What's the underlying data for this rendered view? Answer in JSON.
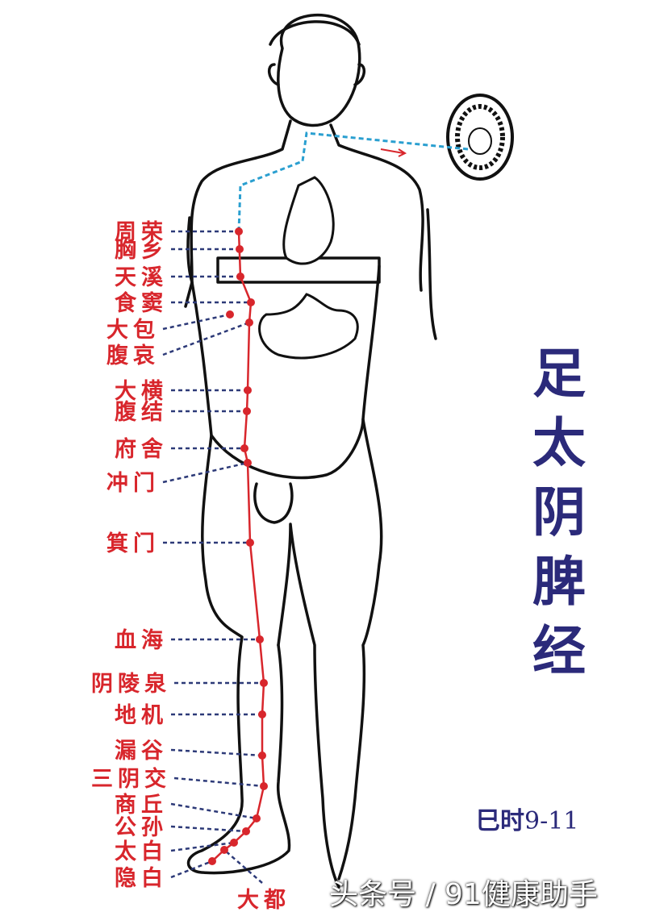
{
  "title": "足太阴脾经",
  "time": {
    "label": "巳时",
    "hours": "9-11"
  },
  "watermark": "头条号 / 91健康助手",
  "colors": {
    "meridian": "#d8262c",
    "title": "#2b2a7a",
    "leader": "#2d3a78",
    "internal_path": "#2a9fd0"
  },
  "points": [
    {
      "name": "周荣"
    },
    {
      "name": "胸乡"
    },
    {
      "name": "天溪"
    },
    {
      "name": "食窦"
    },
    {
      "name": "大包"
    },
    {
      "name": "腹哀"
    },
    {
      "name": "大横"
    },
    {
      "name": "腹结"
    },
    {
      "name": "府舍"
    },
    {
      "name": "冲门"
    },
    {
      "name": "箕门"
    },
    {
      "name": "血海"
    },
    {
      "name": "阴陵泉"
    },
    {
      "name": "地机"
    },
    {
      "name": "漏谷"
    },
    {
      "name": "三阴交"
    },
    {
      "name": "商丘"
    },
    {
      "name": "公孙"
    },
    {
      "name": "太白"
    },
    {
      "name": "大都"
    },
    {
      "name": "隐白"
    }
  ]
}
